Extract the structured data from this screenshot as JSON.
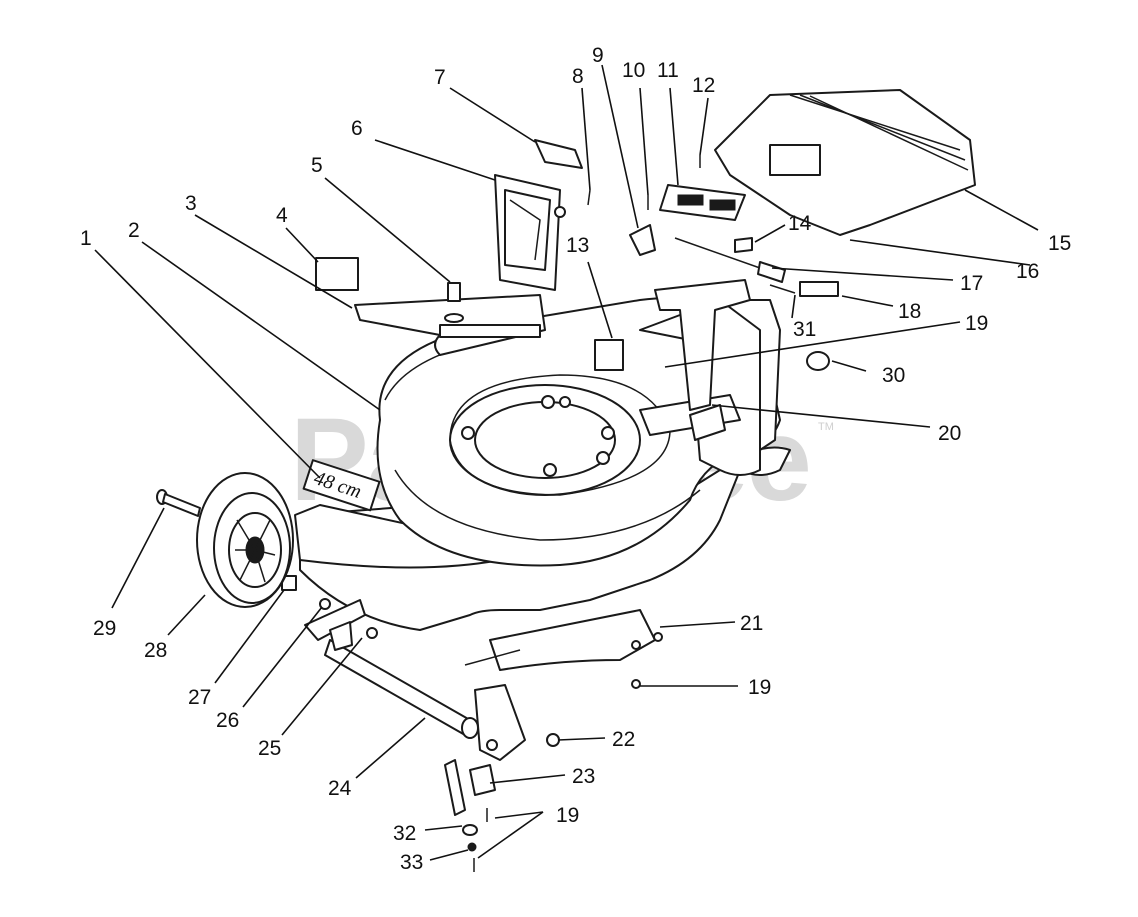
{
  "diagram": {
    "watermark": "PartsTree",
    "trademark": "TM",
    "deck_label": "48 cm",
    "callouts": [
      {
        "id": "c1",
        "label": "1"
      },
      {
        "id": "c2",
        "label": "2"
      },
      {
        "id": "c3",
        "label": "3"
      },
      {
        "id": "c4",
        "label": "4"
      },
      {
        "id": "c5",
        "label": "5"
      },
      {
        "id": "c6",
        "label": "6"
      },
      {
        "id": "c7",
        "label": "7"
      },
      {
        "id": "c8",
        "label": "8"
      },
      {
        "id": "c9",
        "label": "9"
      },
      {
        "id": "c10",
        "label": "10"
      },
      {
        "id": "c11",
        "label": "11"
      },
      {
        "id": "c12",
        "label": "12"
      },
      {
        "id": "c13",
        "label": "13"
      },
      {
        "id": "c14",
        "label": "14"
      },
      {
        "id": "c15",
        "label": "15"
      },
      {
        "id": "c16",
        "label": "16"
      },
      {
        "id": "c17",
        "label": "17"
      },
      {
        "id": "c18",
        "label": "18"
      },
      {
        "id": "c19a",
        "label": "19"
      },
      {
        "id": "c20",
        "label": "20"
      },
      {
        "id": "c21",
        "label": "21"
      },
      {
        "id": "c19b",
        "label": "19"
      },
      {
        "id": "c22",
        "label": "22"
      },
      {
        "id": "c23",
        "label": "23"
      },
      {
        "id": "c19c",
        "label": "19"
      },
      {
        "id": "c24",
        "label": "24"
      },
      {
        "id": "c25",
        "label": "25"
      },
      {
        "id": "c26",
        "label": "26"
      },
      {
        "id": "c27",
        "label": "27"
      },
      {
        "id": "c28",
        "label": "28"
      },
      {
        "id": "c29",
        "label": "29"
      },
      {
        "id": "c30",
        "label": "30"
      },
      {
        "id": "c31",
        "label": "31"
      },
      {
        "id": "c32",
        "label": "32"
      },
      {
        "id": "c33",
        "label": "33"
      }
    ]
  }
}
